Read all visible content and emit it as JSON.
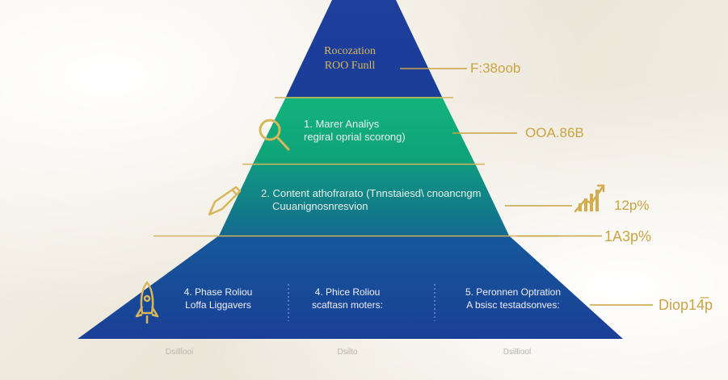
{
  "top": {
    "title_line1": "Rocozation",
    "title_line2": "ROO Funll"
  },
  "tier1": {
    "line1": "1.  Marer Analiys",
    "line2": "regiral oprial scorong)"
  },
  "tier2": {
    "line1": "2.  Content athofrarato (Tnnstaiesd\\ cnoancngm",
    "line2": "Cuuanignosnresvion"
  },
  "bottom": {
    "phases": [
      {
        "line1": "4. Phase Roliou",
        "line2": "Loffa Liggavers"
      },
      {
        "line1": "4. Phice Roliou",
        "line2": "scaftasn moters:"
      },
      {
        "line1": "5. Peronnen Optration",
        "line2": "A bsisc testadsonves:"
      }
    ]
  },
  "metrics": {
    "m1": "F:38oob",
    "m2": "OOA.86B",
    "m3": "12p%",
    "m4": "1A3p%",
    "m5": "Diop14̅p"
  },
  "footer": [
    "Dsilllooi",
    "Dsilto",
    "Dsilliool"
  ],
  "colors": {
    "top_blue": "#1c3d98",
    "green": "#12b07a",
    "teal": "#108f8a",
    "bottom_blue": "#1a4497",
    "gold": "#c9a443"
  }
}
